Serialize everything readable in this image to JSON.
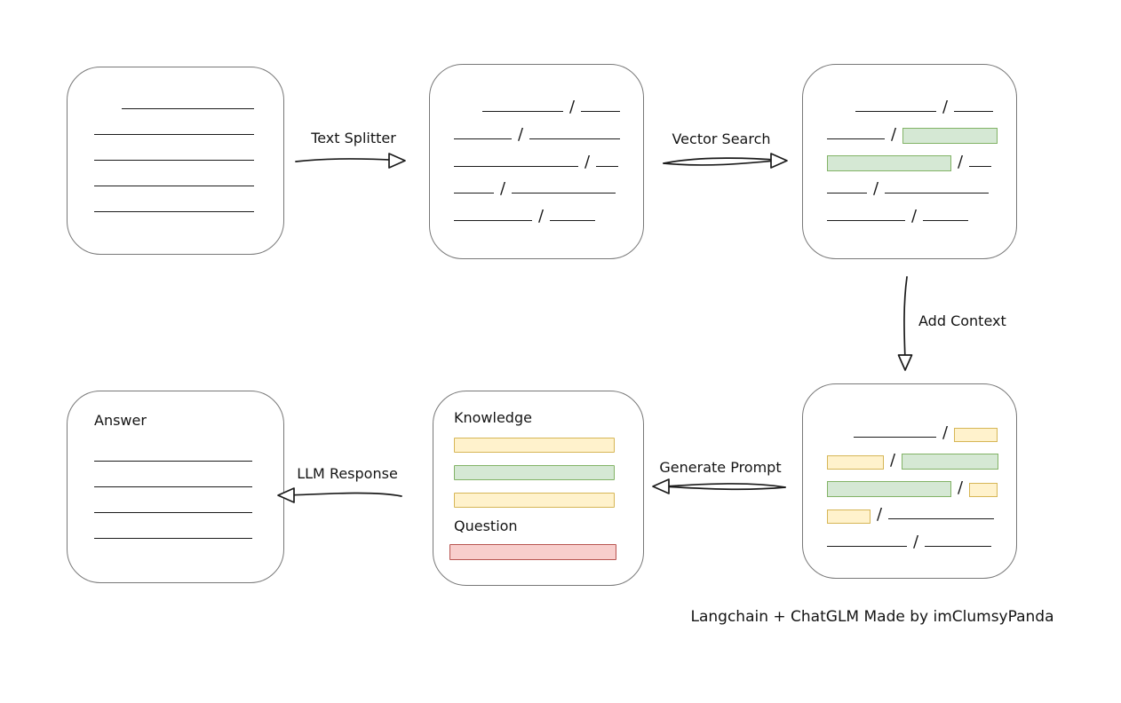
{
  "caption": "Langchain + ChatGLM Made by imClumsyPanda",
  "slash_char": "/",
  "colors": {
    "ink": "#1b1b1b",
    "box_border": "#787878",
    "green_fill": "#d5e8d4",
    "green_border": "#82b366",
    "yellow_fill": "#fff2cc",
    "yellow_border": "#d6b656",
    "red_fill": "#f8cecc",
    "red_border": "#b85450"
  },
  "arrows": [
    {
      "id": "text-splitter",
      "label": "Text Splitter",
      "direction": "right"
    },
    {
      "id": "vector-search",
      "label": "Vector Search",
      "direction": "right"
    },
    {
      "id": "add-context",
      "label": "Add Context",
      "direction": "down"
    },
    {
      "id": "generate-prompt",
      "label": "Generate Prompt",
      "direction": "left"
    },
    {
      "id": "llm-response",
      "label": "LLM Response",
      "direction": "left"
    }
  ],
  "boxes": {
    "document": {
      "lines": [
        {
          "indent": 31,
          "w": 149
        },
        {
          "w": 180
        },
        {
          "w": 180
        },
        {
          "w": 180
        },
        {
          "w": 180
        }
      ]
    },
    "split_chunks": {
      "rows": [
        {
          "indent": 32,
          "segments": [
            {
              "kind": "line",
              "w": 91
            },
            {
              "kind": "slash"
            },
            {
              "kind": "line",
              "w": 44
            }
          ]
        },
        {
          "segments": [
            {
              "kind": "line",
              "w": 65
            },
            {
              "kind": "slash"
            },
            {
              "kind": "line",
              "w": 102
            }
          ]
        },
        {
          "segments": [
            {
              "kind": "line",
              "w": 140
            },
            {
              "kind": "slash"
            },
            {
              "kind": "line",
              "w": 25
            }
          ]
        },
        {
          "segments": [
            {
              "kind": "line",
              "w": 45
            },
            {
              "kind": "slash"
            },
            {
              "kind": "line",
              "w": 117
            }
          ]
        },
        {
          "segments": [
            {
              "kind": "line",
              "w": 88
            },
            {
              "kind": "slash"
            },
            {
              "kind": "line",
              "w": 51
            }
          ]
        }
      ]
    },
    "searched_chunks": {
      "rows": [
        {
          "indent": 32,
          "segments": [
            {
              "kind": "line",
              "w": 91
            },
            {
              "kind": "slash"
            },
            {
              "kind": "line",
              "w": 44
            }
          ]
        },
        {
          "segments": [
            {
              "kind": "line",
              "w": 65
            },
            {
              "kind": "slash"
            },
            {
              "kind": "green",
              "w": 105
            }
          ]
        },
        {
          "segments": [
            {
              "kind": "green",
              "w": 138
            },
            {
              "kind": "slash"
            },
            {
              "kind": "line",
              "w": 25
            }
          ]
        },
        {
          "segments": [
            {
              "kind": "line",
              "w": 45
            },
            {
              "kind": "slash"
            },
            {
              "kind": "line",
              "w": 117
            }
          ]
        },
        {
          "segments": [
            {
              "kind": "line",
              "w": 88
            },
            {
              "kind": "slash"
            },
            {
              "kind": "line",
              "w": 51
            }
          ]
        }
      ]
    },
    "context_chunks": {
      "rows": [
        {
          "indent": 30,
          "segments": [
            {
              "kind": "line",
              "w": 93
            },
            {
              "kind": "slash"
            },
            {
              "kind": "yellow",
              "w": 47
            }
          ]
        },
        {
          "segments": [
            {
              "kind": "yellow",
              "w": 62
            },
            {
              "kind": "slash"
            },
            {
              "kind": "green",
              "w": 107
            }
          ]
        },
        {
          "segments": [
            {
              "kind": "green",
              "w": 138
            },
            {
              "kind": "slash"
            },
            {
              "kind": "yellow",
              "w": 30
            }
          ]
        },
        {
          "segments": [
            {
              "kind": "yellow",
              "w": 47
            },
            {
              "kind": "slash"
            },
            {
              "kind": "line",
              "w": 119
            }
          ]
        },
        {
          "segments": [
            {
              "kind": "line",
              "w": 90
            },
            {
              "kind": "slash"
            },
            {
              "kind": "line",
              "w": 75
            }
          ]
        }
      ]
    },
    "prompt": {
      "knowledge_label": "Knowledge",
      "question_label": "Question",
      "knowledge_bars": [
        "yellow",
        "green",
        "yellow"
      ],
      "question_bar": "red"
    },
    "answer": {
      "label": "Answer",
      "lines": [
        {
          "w": 178
        },
        {
          "w": 178
        },
        {
          "w": 178
        },
        {
          "w": 178
        }
      ]
    }
  }
}
